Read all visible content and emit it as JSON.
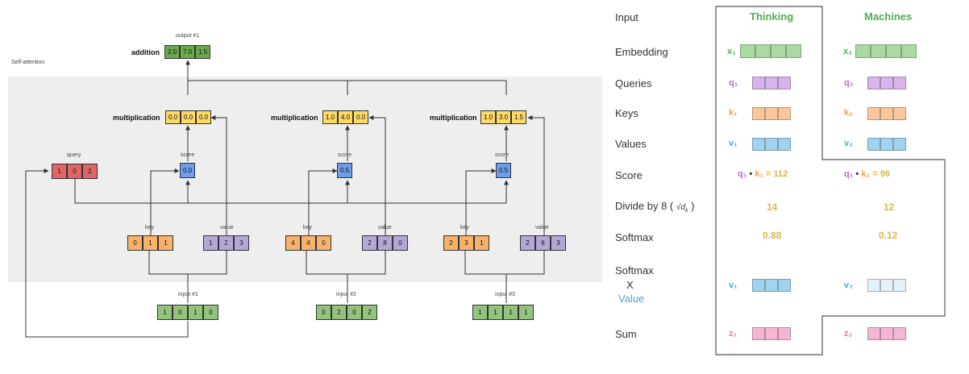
{
  "left": {
    "panel_title": "Self-attention",
    "output_label": "output #1",
    "addition_label": "addition",
    "output_values": [
      "2.0",
      "7.0",
      "1.5"
    ],
    "query_label": "query",
    "query_values": [
      "1",
      "0",
      "2"
    ],
    "multiplication_label": "multiplication",
    "score_label": "score",
    "key_label": "key",
    "value_label": "value",
    "groups": [
      {
        "input_label": "input #1",
        "input_values": [
          "1",
          "0",
          "1",
          "0"
        ],
        "key_values": [
          "0",
          "1",
          "1"
        ],
        "value_values": [
          "1",
          "2",
          "3"
        ],
        "score": "0.0",
        "mult_values": [
          "0.0",
          "0.0",
          "0.0"
        ]
      },
      {
        "input_label": "input #2",
        "input_values": [
          "0",
          "2",
          "0",
          "2"
        ],
        "key_values": [
          "4",
          "4",
          "0"
        ],
        "value_values": [
          "2",
          "8",
          "0"
        ],
        "score": "0.5",
        "mult_values": [
          "1.0",
          "4.0",
          "0.0"
        ]
      },
      {
        "input_label": "input #3",
        "input_values": [
          "1",
          "1",
          "1",
          "1"
        ],
        "key_values": [
          "2",
          "3",
          "1"
        ],
        "value_values": [
          "2",
          "6",
          "3"
        ],
        "score": "0.5",
        "mult_values": [
          "1.0",
          "3.0",
          "1.5"
        ]
      }
    ],
    "colors": {
      "panel": "#eeeeee",
      "output": "#6aa84f",
      "query": "#e06666",
      "mult": "#ffd966",
      "score": "#6d9eeb",
      "key": "#f6b26b",
      "value": "#b4a7d6",
      "input": "#93c47d"
    }
  },
  "right": {
    "rows": {
      "input": "Input",
      "embedding": "Embedding",
      "queries": "Queries",
      "keys": "Keys",
      "values": "Values",
      "score": "Score",
      "divide": "Divide by 8 (",
      "divide_sqrt": "√d",
      "divide_sub": "k",
      "divide_close": ")",
      "softmax": "Softmax",
      "softmax_x_1": "Softmax",
      "softmax_x_2": "X",
      "softmax_x_3": "Value",
      "sum": "Sum"
    },
    "col1": {
      "word": "Thinking",
      "x": "x₁",
      "q": "q₁",
      "k": "k₁",
      "v": "v₁",
      "score_q": "q₁",
      "score_dot": "•",
      "score_k": "k₁",
      "score_eq": "= 112",
      "divided": "14",
      "softmax": "0.88",
      "v2": "v₁",
      "z": "z₁"
    },
    "col2": {
      "word": "Machines",
      "x": "x₂",
      "q": "q₂",
      "k": "k₂",
      "v": "v₂",
      "score_q": "q₁",
      "score_dot": "•",
      "score_k": "k₂",
      "score_eq": "= 96",
      "divided": "12",
      "softmax": "0.12",
      "v2": "v₂",
      "z": "z₂"
    },
    "colors": {
      "embedding": "#a8dba0",
      "queries": "#d9b3ec",
      "keys": "#f9c79a",
      "values": "#9fd3ef",
      "values_faded": "#e3f1f8",
      "sum": "#f4b6d2",
      "x": "#4caf50",
      "q": "#b26fd6",
      "k": "#f0a04b",
      "v": "#4aa8d8",
      "z": "#e377a9",
      "number": "#d4b84a"
    }
  }
}
